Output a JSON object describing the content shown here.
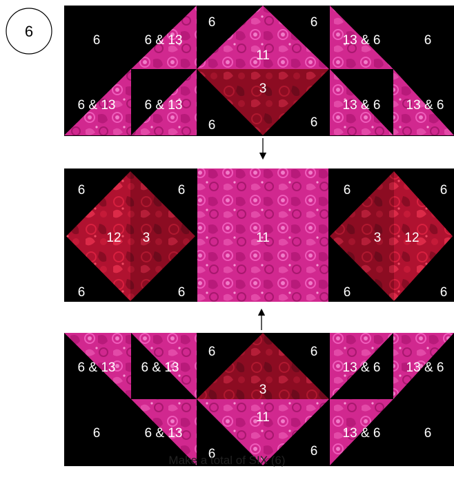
{
  "step_number": "6",
  "caption": "Make a total of SIX (6)",
  "colors": {
    "background": "#000000",
    "pink_fabric_base": "#d1288f",
    "pink_fabric_light": "#e94bb0",
    "pink_fabric_dark": "#9a1562",
    "red_fabric_base": "#b01230",
    "red_fabric_light": "#d8203f",
    "red_fabric_dark": "#6e0a1c",
    "label": "#ffffff"
  },
  "unit_top": {
    "labels": {
      "top_left_corner": "6",
      "top_left_hst": "6 & 13",
      "center_left": "6",
      "center_right": "6",
      "center_top_triangle": "11",
      "top_right_hst": "13 & 6",
      "top_right_corner": "6",
      "bottom_left_hst_1": "6 & 13",
      "bottom_left_hst_2": "6 & 13",
      "center_bottom_triangle": "3",
      "center_bottom_left": "6",
      "center_bottom_right": "6",
      "bottom_right_hst_1": "13 & 6",
      "bottom_right_hst_2": "13 & 6"
    }
  },
  "unit_middle": {
    "labels": {
      "left_top_left": "6",
      "left_top_right": "6",
      "left_bottom_left": "6",
      "left_bottom_right": "6",
      "left_diamond_left": "12",
      "left_diamond_right": "3",
      "center_square": "11",
      "right_top_left": "6",
      "right_top_right": "6",
      "right_bottom_left": "6",
      "right_bottom_right": "6",
      "right_diamond_left": "3",
      "right_diamond_right": "12"
    }
  },
  "unit_bottom": {
    "labels": {
      "top_left_hst_1": "6 & 13",
      "top_left_hst_2": "6 & 13",
      "center_top_left": "6",
      "center_top_right": "6",
      "center_top_triangle": "3",
      "top_right_hst_1": "13 & 6",
      "top_right_hst_2": "13 & 6",
      "bottom_left_corner": "6",
      "bottom_left_hst": "6 & 13",
      "center_bottom_triangle": "11",
      "center_bottom_left": "6",
      "center_bottom_right": "6",
      "bottom_right_hst": "13 & 6",
      "bottom_right_corner": "6"
    }
  }
}
